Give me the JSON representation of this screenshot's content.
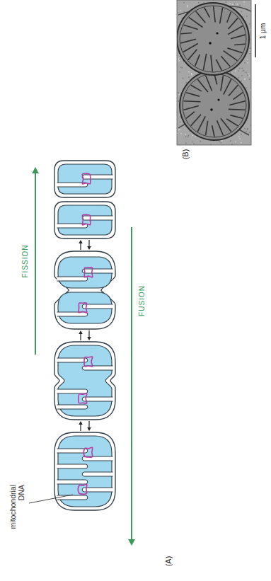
{
  "diagram": {
    "labels": [
      "FISSION",
      "FUSION",
      "mitochondrial DNA",
      "(A)",
      "(B)",
      "1 µm"
    ]
  }
}
